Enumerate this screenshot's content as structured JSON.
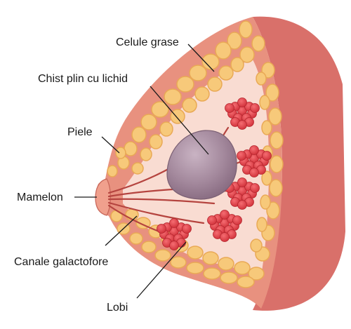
{
  "labels": {
    "fat_cells": "Celule grase",
    "cyst": "Chist plin cu lichid",
    "skin": "Piele",
    "nipple": "Mamelon",
    "milk_ducts": "Canale galactofore",
    "lobes": "Lobi"
  },
  "colors": {
    "chest_wall": "#d9706a",
    "skin_outer": "#e8917f",
    "fat_cell": "#f7c97a",
    "fat_cell_edge": "#e9a955",
    "inner_tissue": "#f9dcd2",
    "duct": "#b5443f",
    "lobule": "#e2424a",
    "cyst": "#a3889c"
  }
}
